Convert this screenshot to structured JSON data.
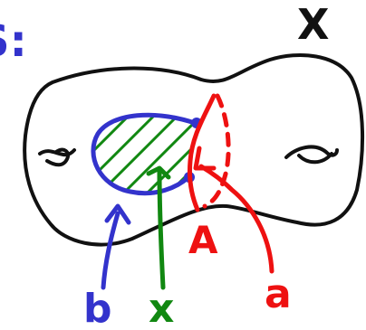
{
  "labels": {
    "surface": "S:",
    "cross": "X",
    "region": "A",
    "arc_red": "a",
    "arc_blue": "b",
    "curve_green": "x"
  },
  "colors": {
    "outline": "#111111",
    "red": "#ee1111",
    "blue": "#3333cc",
    "green": "#118811"
  }
}
